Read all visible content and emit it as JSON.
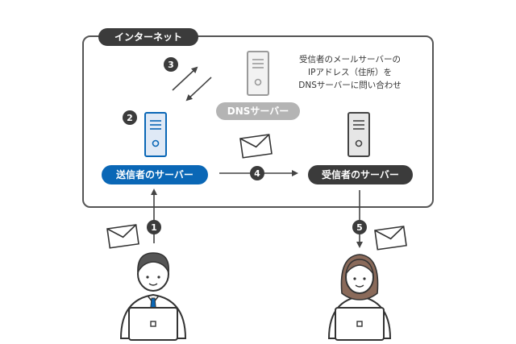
{
  "labels": {
    "internet": "インターネット",
    "sender_server": "送信者のサーバー",
    "receiver_server": "受信者のサーバー",
    "dns_server": "DNSサーバー",
    "note_lines": [
      "受信者のメールサーバーの",
      "IPアドレス（住所）を",
      "DNSサーバーに問い合わせ"
    ]
  },
  "steps": [
    "1",
    "2",
    "3",
    "4",
    "5"
  ],
  "colors": {
    "sender_blue": "#0a67b6",
    "dark_pill": "#3b3b3b",
    "dns_gray": "#b4b4b4",
    "server_blue_fill": "#dfe9f6",
    "step_circle": "#3b3b3b"
  }
}
